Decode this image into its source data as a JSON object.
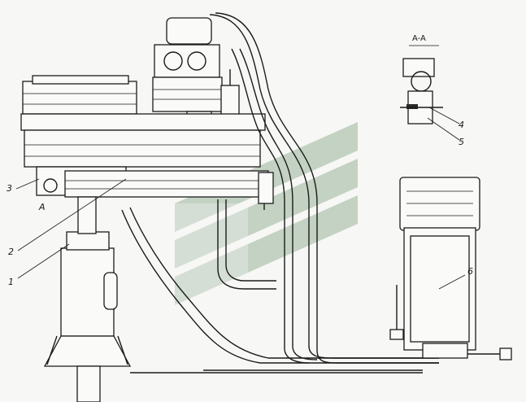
{
  "diagram": {
    "section_label": "A-A",
    "view_marker": "A",
    "callouts": [
      {
        "id": "c1",
        "text": "1"
      },
      {
        "id": "c2",
        "text": "2"
      },
      {
        "id": "c3",
        "text": "3"
      },
      {
        "id": "c4",
        "text": "4"
      },
      {
        "id": "c5",
        "text": "5"
      },
      {
        "id": "c6",
        "text": "6"
      }
    ],
    "watermark_icon": "diagonal-chevron-logo-icon",
    "colors": {
      "ink": "#1b1b1b",
      "watermark": "#8fa990",
      "paper": "#f7f7f5"
    }
  }
}
